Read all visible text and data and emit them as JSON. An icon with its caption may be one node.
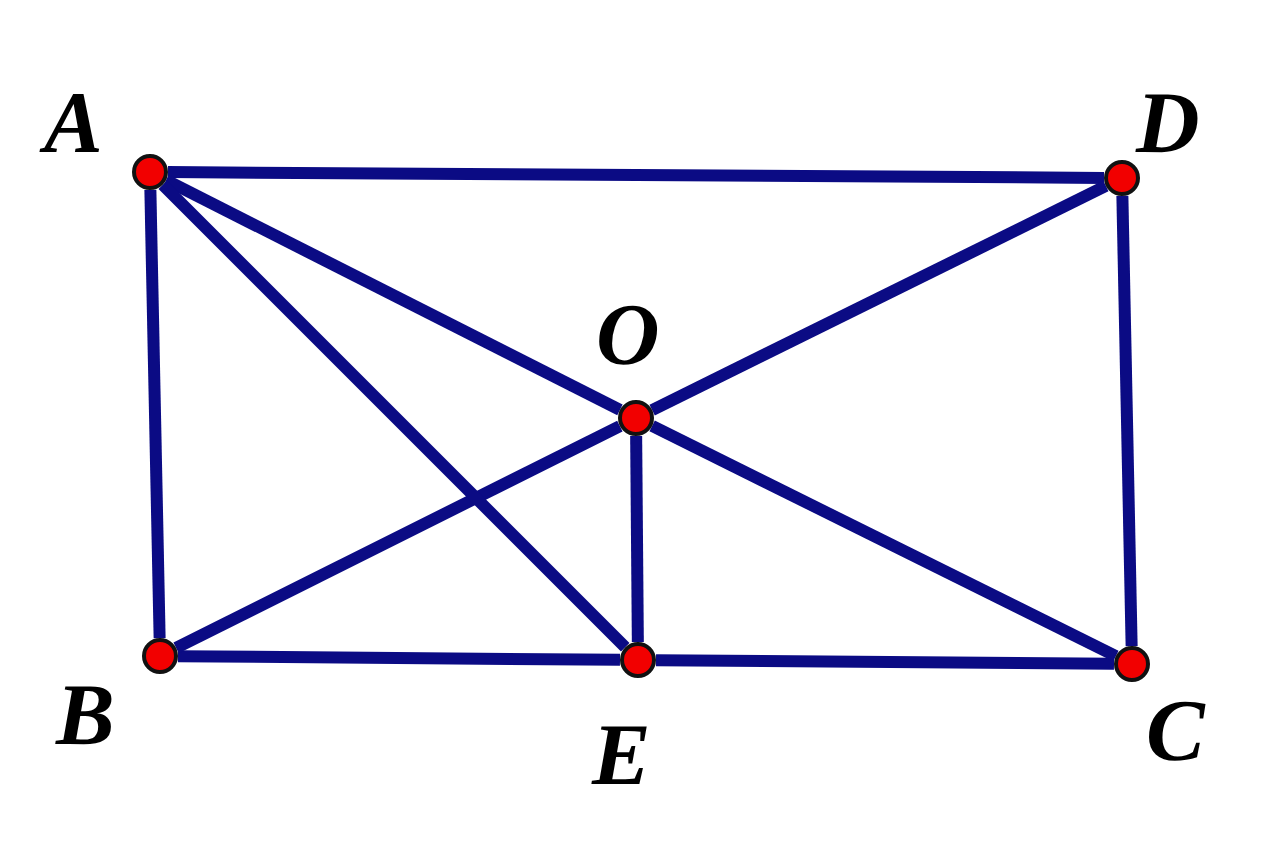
{
  "diagram": {
    "nodes": [
      {
        "text": [
          "A"
        ]
      },
      {
        "text": [
          "D"
        ]
      },
      {
        "text": [
          "O"
        ]
      },
      {
        "text": [
          "B"
        ]
      },
      {
        "text": [
          "E"
        ]
      },
      {
        "text": [
          "C"
        ]
      }
    ],
    "edges": [
      {
        "from": 0,
        "to": 1,
        "arrow": "none"
      },
      {
        "from": 0,
        "to": 3,
        "arrow": "none"
      },
      {
        "from": 1,
        "to": 5,
        "arrow": "none"
      },
      {
        "from": 3,
        "to": 4,
        "arrow": "none"
      },
      {
        "from": 4,
        "to": 5,
        "arrow": "none"
      },
      {
        "from": 0,
        "to": 2,
        "arrow": "none"
      },
      {
        "from": 2,
        "to": 5,
        "arrow": "none"
      },
      {
        "from": 3,
        "to": 2,
        "arrow": "none"
      },
      {
        "from": 2,
        "to": 1,
        "arrow": "none"
      },
      {
        "from": 0,
        "to": 4,
        "arrow": "none"
      },
      {
        "from": 2,
        "to": 4,
        "arrow": "none"
      }
    ]
  }
}
